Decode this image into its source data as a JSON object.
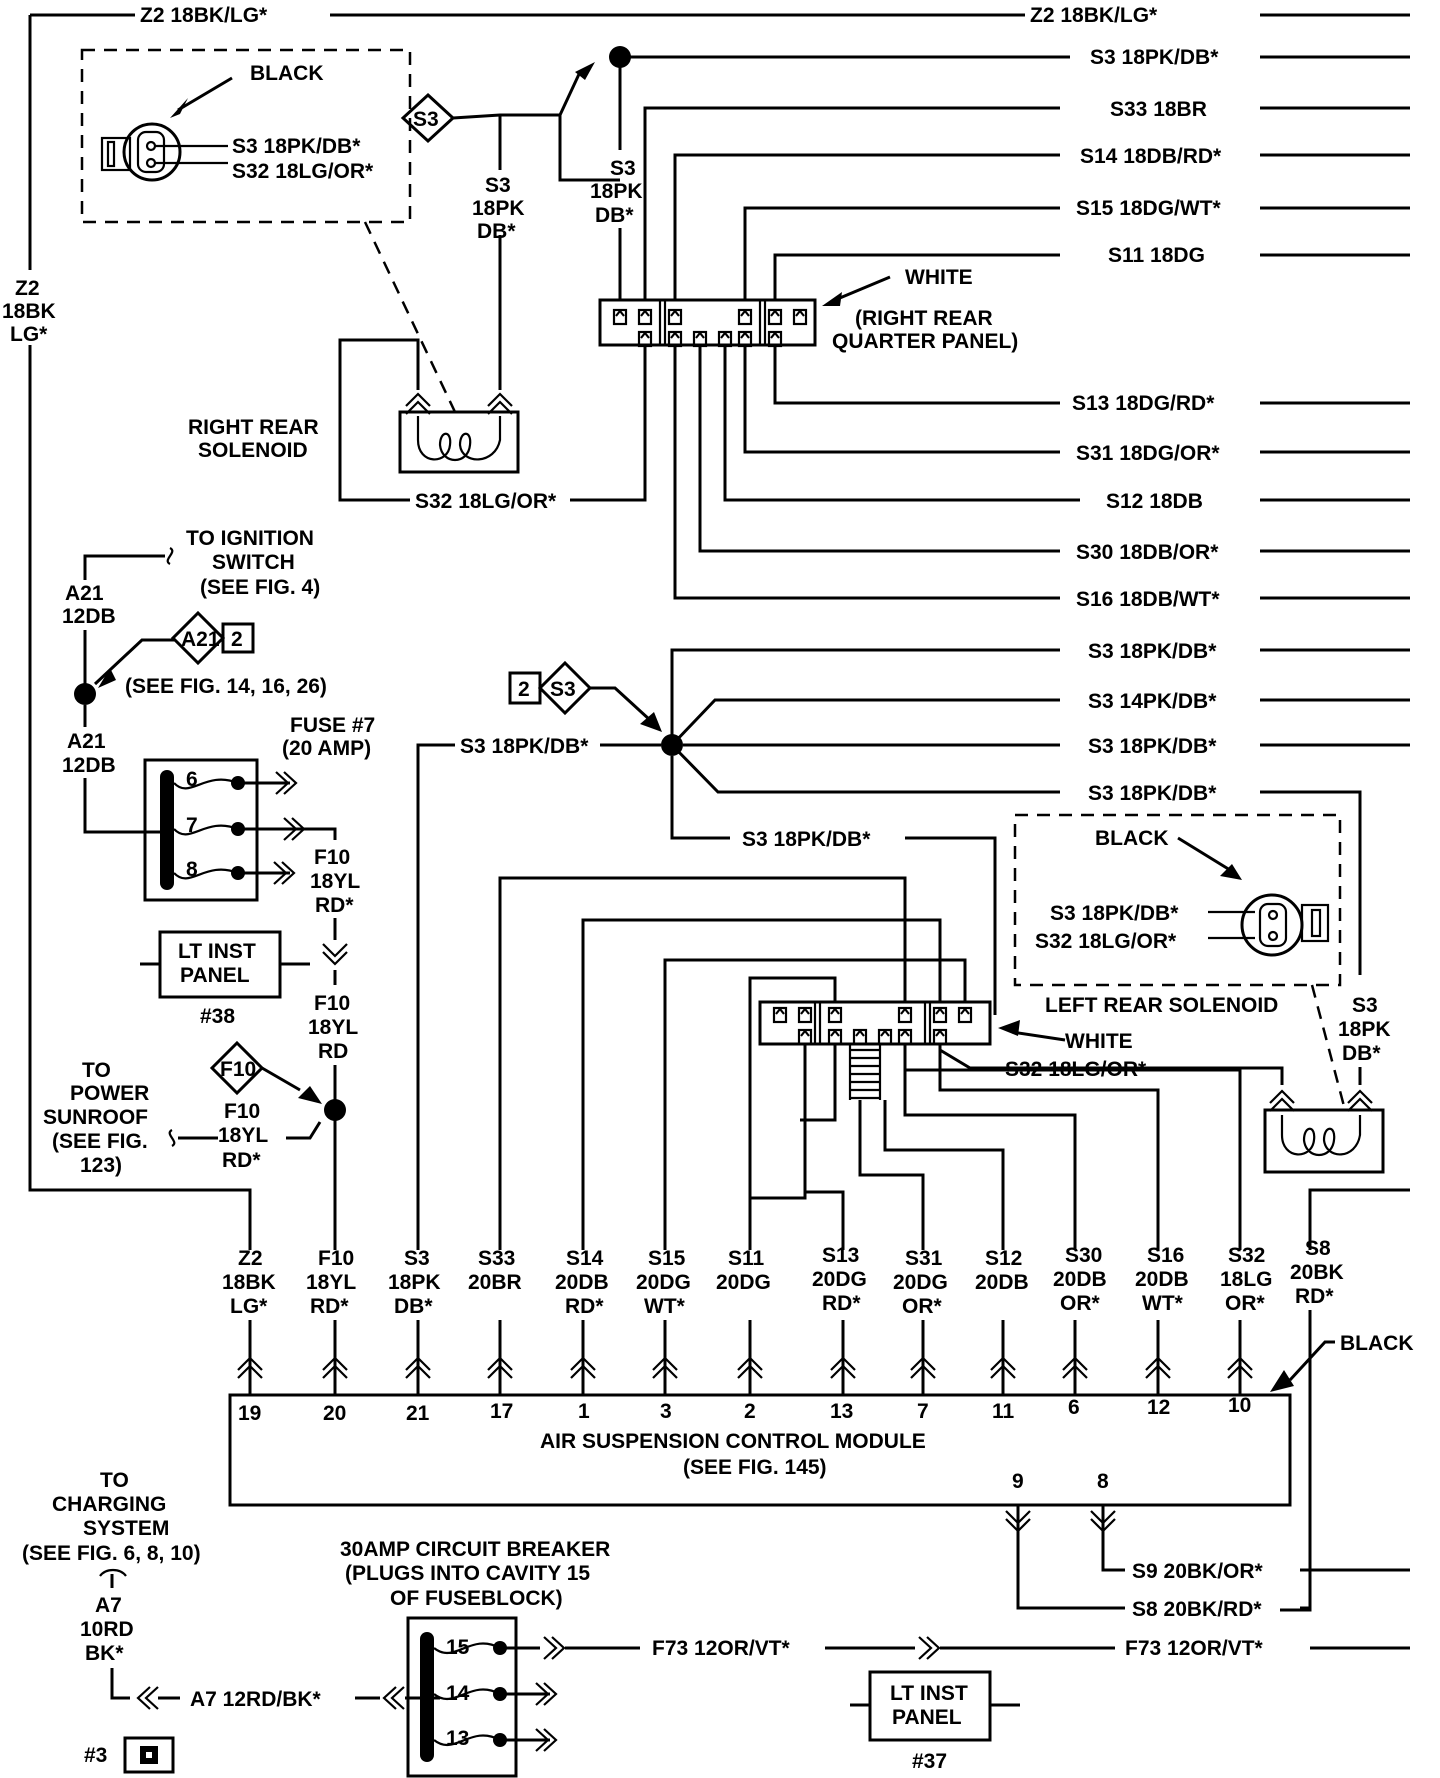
{
  "top_wire": {
    "left": "Z2 18BK/LG*",
    "right": "Z2 18BK/LG*"
  },
  "right_wires_upper": [
    "S3 18PK/DB*",
    "S33 18BR",
    "S14 18DB/RD*",
    "S15 18DG/WT*",
    "S11 18DG",
    "S13 18DG/RD*",
    "S31 18DG/OR*",
    "S12 18DB",
    "S30 18DB/OR*",
    "S16 18DB/WT*"
  ],
  "right_wires_lower": [
    "S3 18PK/DB*",
    "S3 14PK/DB*",
    "S3 18PK/DB*",
    "S3 18PK/DB*"
  ],
  "left_z2": [
    "Z2",
    "18BK",
    "LG*"
  ],
  "right_rear_conn": {
    "color": "BLACK",
    "pin1": "S3 18PK/DB*",
    "pin2": "S32 18LG/OR*"
  },
  "s3_splice_label": "S3",
  "s3_vert_a": [
    "S3",
    "18PK",
    "DB*"
  ],
  "s3_vert_b": [
    "S3",
    "18PK",
    "DB*"
  ],
  "white_conn_label": "WHITE",
  "right_rear_quarter": [
    "(RIGHT REAR",
    "QUARTER PANEL)"
  ],
  "right_rear_solenoid": [
    "RIGHT REAR",
    "SOLENOID"
  ],
  "s32_right": "S32 18LG/OR*",
  "ignition": [
    "TO IGNITION",
    "SWITCH",
    "(SEE FIG. 4)"
  ],
  "a21": [
    "A21",
    "12DB"
  ],
  "a21_splice": {
    "id": "A21",
    "num": "2"
  },
  "see_figs": "(SEE FIG. 14, 16, 26)",
  "a21b": [
    "A21",
    "12DB"
  ],
  "fuse": {
    "title": "FUSE #7",
    "rating": "(20 AMP)",
    "pins": [
      "6",
      "7",
      "8"
    ]
  },
  "s3_mid_label": "S3 18PK/DB*",
  "s3_splice2": {
    "num": "2",
    "id": "S3"
  },
  "s3_lower_label": "S3 18PK/DB*",
  "f10_a": [
    "F10",
    "18YL",
    "RD*"
  ],
  "lt_inst_panel": {
    "lines": [
      "LT INST",
      "PANEL"
    ],
    "id": "#38"
  },
  "f10_b": [
    "F10",
    "18YL",
    "RD"
  ],
  "f10_splice": "F10",
  "power_sunroof": [
    "TO",
    "POWER",
    "SUNROOF",
    "(SEE FIG.",
    "123)"
  ],
  "f10_c": [
    "F10",
    "18YL",
    "RD*"
  ],
  "left_rear_conn": {
    "color": "BLACK",
    "pin1": "S3 18PK/DB*",
    "pin2": "S32 18LG/OR*"
  },
  "left_rear_solenoid": "LEFT REAR SOLENOID",
  "white_conn2": "WHITE",
  "s32_left": "S32 18LG/OR*",
  "s3_right_vert": [
    "S3",
    "18PK",
    "DB*"
  ],
  "module": {
    "title": "AIR SUSPENSION CONTROL MODULE",
    "see": "(SEE FIG. 145)",
    "color": "BLACK",
    "pins": [
      {
        "wire": [
          "Z2",
          "18BK",
          "LG*"
        ],
        "pin": "19"
      },
      {
        "wire": [
          "F10",
          "18YL",
          "RD*"
        ],
        "pin": "20"
      },
      {
        "wire": [
          "S3",
          "18PK",
          "DB*"
        ],
        "pin": "21"
      },
      {
        "wire": [
          "S33",
          "20BR"
        ],
        "pin": "17"
      },
      {
        "wire": [
          "S14",
          "20DB",
          "RD*"
        ],
        "pin": "1"
      },
      {
        "wire": [
          "S15",
          "20DG",
          "WT*"
        ],
        "pin": "3"
      },
      {
        "wire": [
          "S11",
          "20DG"
        ],
        "pin": "2"
      },
      {
        "wire": [
          "S13",
          "20DG",
          "RD*"
        ],
        "pin": "13"
      },
      {
        "wire": [
          "S31",
          "20DG",
          "OR*"
        ],
        "pin": "7"
      },
      {
        "wire": [
          "S12",
          "20DB"
        ],
        "pin": "11"
      },
      {
        "wire": [
          "S30",
          "20DB",
          "OR*"
        ],
        "pin": "6"
      },
      {
        "wire": [
          "S16",
          "20DB",
          "WT*"
        ],
        "pin": "12"
      },
      {
        "wire": [
          "S32",
          "18LG",
          "OR*"
        ],
        "pin": "10"
      }
    ],
    "s8": [
      "S8",
      "20BK",
      "RD*"
    ],
    "bottom_pins": [
      "9",
      "8"
    ]
  },
  "s9_label": "S9 20BK/OR*",
  "s8_label": "S8 20BK/RD*",
  "charging": [
    "TO",
    "CHARGING",
    "SYSTEM",
    "(SEE FIG. 6, 8, 10)"
  ],
  "a7": [
    "A7",
    "10RD",
    "BK*"
  ],
  "a7_label": "A7 12RD/BK*",
  "ground_id": "#3",
  "breaker": {
    "lines": [
      "30AMP CIRCUIT BREAKER",
      "(PLUGS INTO CAVITY 15",
      "OF FUSEBLOCK)"
    ],
    "pins": [
      "15",
      "14",
      "13"
    ]
  },
  "f73_a": "F73 12OR/VT*",
  "f73_b": "F73 12OR/VT*",
  "lt_inst_panel2": {
    "lines": [
      "LT INST",
      "PANEL"
    ],
    "id": "#37"
  }
}
